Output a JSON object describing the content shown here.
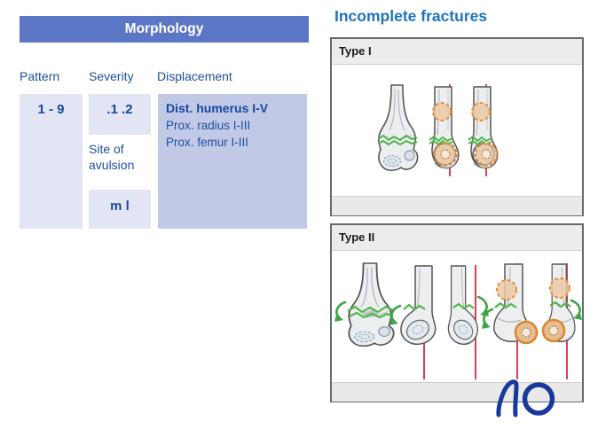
{
  "morphology_table": {
    "title": "Morphology",
    "columns": [
      "Pattern",
      "Severity",
      "Displacement"
    ],
    "pattern_value": "1 - 9",
    "severity": {
      "codes": ".1 .2",
      "note": "Site of avulsion",
      "site_codes": "m l"
    },
    "displacement": {
      "primary": "Dist. humerus I-V",
      "lines": [
        "Prox. radius I-III",
        "Prox. femur I-III"
      ]
    }
  },
  "fractures_section": {
    "title": "Incomplete fractures",
    "panels": [
      {
        "label": "Type I"
      },
      {
        "label": "Type II"
      }
    ]
  },
  "logo": {
    "text": "AO"
  },
  "icons": [
    "distal-humerus-ap-illustration",
    "distal-humerus-lateral-illustration",
    "fracture-line",
    "alignment-line",
    "ossification-center-marker",
    "rotation-arrow-icon",
    "ao-logo"
  ],
  "colors": {
    "table_header_bg": "#5C76C6",
    "cell_light_bg": "#E3E5F4",
    "cell_dark_bg": "#C2C9E6",
    "table_text_blue": "#1D4F9E",
    "section_title_blue": "#1E73BE",
    "panel_border_gray": "#666A6D",
    "panel_header_bg": "#ECECEC",
    "panel_footer_bg": "#E9E9E9",
    "fracture_green": "#4FB54A",
    "alignment_red": "#D94055",
    "ossification_orange": "#E2913F",
    "logo_blue": "#16399A"
  }
}
